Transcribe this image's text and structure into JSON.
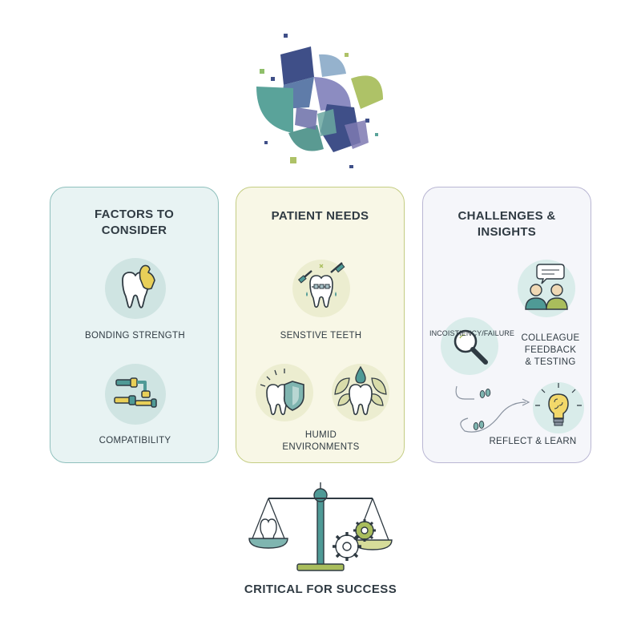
{
  "panels": {
    "factors": {
      "title_line1": "FACTORS TO",
      "title_line2": "CONSIDER",
      "items": [
        "BONDING STRENGTH",
        "COMPATIBILITY"
      ]
    },
    "patient": {
      "title": "PATIENT NEEDS",
      "items": [
        "SENSTIVE TEETH",
        "HUMID",
        "ENVIRONMENTS"
      ]
    },
    "challenges": {
      "title_line1": "CHALLENGES &",
      "title_line2": "INSIGHTS",
      "items": [
        "INCOISTIENCY/FAILURE",
        "COLLEAGUE",
        "FEEDBACK",
        "& TESTING",
        "REFLECT & LEARN"
      ]
    }
  },
  "bottom_label": "CRITICAL FOR SUCCESS",
  "colors": {
    "teal": "#4f9a96",
    "lime": "#a9bd5c",
    "navy": "#3e4d86",
    "purple": "#6e6aa4",
    "panel_teal_bg": "#e8f3f3",
    "panel_lime_bg": "#f8f7e6",
    "panel_lavender_bg": "#f5f6fa"
  }
}
